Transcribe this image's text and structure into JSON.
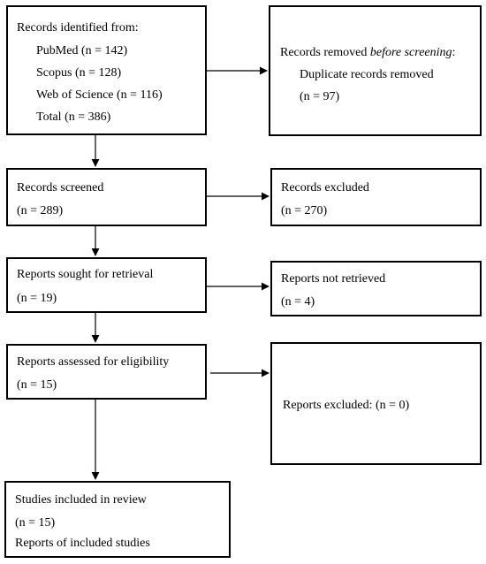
{
  "identification": {
    "heading": "Records identified from:",
    "sources": [
      "PubMed (n = 142)",
      "Scopus (n = 128)",
      "Web of Science (n = 116)",
      "Total (n = 386)"
    ]
  },
  "removed": {
    "heading_prefix": "Records removed ",
    "heading_emphasis": "before screening",
    "heading_suffix": ":",
    "detail": "Duplicate records removed",
    "count": "(n = 97)"
  },
  "screened": {
    "label": "Records screened",
    "count": "(n = 289)"
  },
  "excluded": {
    "label": "Records excluded",
    "count": "(n = 270)"
  },
  "sought": {
    "label": "Reports sought for retrieval",
    "count": "(n = 19)"
  },
  "not_retrieved": {
    "label": "Reports not retrieved",
    "count": "(n = 4)"
  },
  "assessed": {
    "label": "Reports assessed for eligibility",
    "count": "(n = 15)"
  },
  "reports_excluded": {
    "label": "Reports excluded: (n = 0)"
  },
  "included": {
    "label": "Studies included in review",
    "count": "(n = 15)",
    "note": "Reports of included studies"
  }
}
